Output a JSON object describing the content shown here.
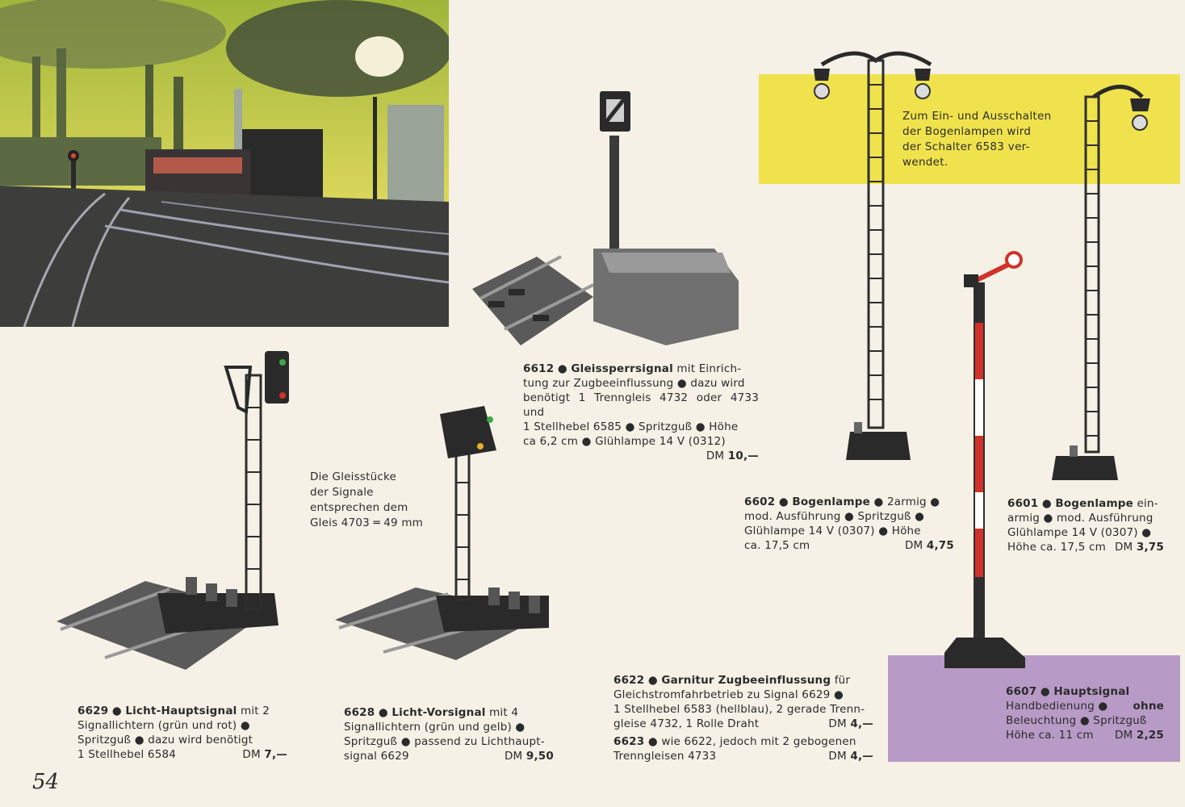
{
  "page_number": "54",
  "note_boxes": {
    "track_note": {
      "lines": [
        "Die Gleisstücke",
        "der Signale",
        "entsprechen dem",
        "Gleis 4703 ═ 49 mm"
      ]
    },
    "lamp_note": {
      "lines": [
        "Zum Ein- und Ausschalten",
        "der Bogenlampen wird",
        "der Schalter 6583 ver-",
        "wendet."
      ]
    }
  },
  "products": {
    "p6612": {
      "number": "6612",
      "name": "Gleissperrsignal",
      "lines": [
        "mit Einrich-",
        "tung zur Zugbeeinflussung ● dazu wird",
        "benötigt 1 Trenngleis 4732 oder 4733 und",
        "1 Stellhebel 6585 ● Spritzguß ● Höhe",
        "ca 6,2 cm ● Glühlampe 14 V (0312)"
      ],
      "price_label": "DM",
      "price": "10,—"
    },
    "p6602": {
      "number": "6602",
      "name": "Bogenlampe",
      "lines": [
        "● 2armig ●",
        "mod. Ausführung ● Spritzguß ●",
        "Glühlampe 14 V (0307) ● Höhe",
        "ca. 17,5 cm"
      ],
      "price_label": "DM",
      "price": "4,75"
    },
    "p6601": {
      "number": "6601",
      "name": "Bogenlampe",
      "lines": [
        "ein-",
        "armig ● mod. Ausführung",
        "Glühlampe 14 V (0307) ●",
        "Höhe ca. 17,5 cm"
      ],
      "price_label": "DM",
      "price": "3,75"
    },
    "p6629": {
      "number": "6629",
      "name": "Licht-Hauptsignal",
      "lines": [
        "mit 2",
        "Signallichtern (grün und rot) ●",
        "Spritzguß ● dazu wird benötigt",
        "1 Stellhebel 6584"
      ],
      "price_label": "DM",
      "price": "7,—"
    },
    "p6628": {
      "number": "6628",
      "name": "Licht-Vorsignal",
      "lines": [
        "mit 4",
        "Signallichtern (grün und gelb) ●",
        "Spritzguß ● passend zu Lichthaupt-",
        "signal 6629"
      ],
      "price_label": "DM",
      "price": "9,50"
    },
    "p6622": {
      "number": "6622",
      "name": "Garnitur Zugbeeinflussung",
      "lines": [
        "für",
        "Gleichstromfahrbetrieb zu Signal 6629 ●",
        "1 Stellhebel 6583 (hellblau), 2 gerade Trenn-",
        "gleise 4732, 1 Rolle Draht"
      ],
      "price_label": "DM",
      "price": "4,—"
    },
    "p6623": {
      "number": "6623",
      "name": "",
      "lines": [
        "● wie 6622, jedoch mit 2 gebogenen",
        "Trenngleisen 4733"
      ],
      "price_label": "DM",
      "price": "4,—"
    },
    "p6607": {
      "number": "6607",
      "name": "Hauptsignal",
      "lines": [
        "Handbedienung ●",
        "ohne",
        "Beleuchtung ● Spritzguß",
        "Höhe ca. 11 cm"
      ],
      "price_label": "DM",
      "price": "2,25"
    }
  },
  "colors": {
    "paper": "#f5f1e6",
    "yellow_box": "#f0e24c",
    "purple_box": "#b89ac6",
    "signal_red": "#d0322a"
  }
}
